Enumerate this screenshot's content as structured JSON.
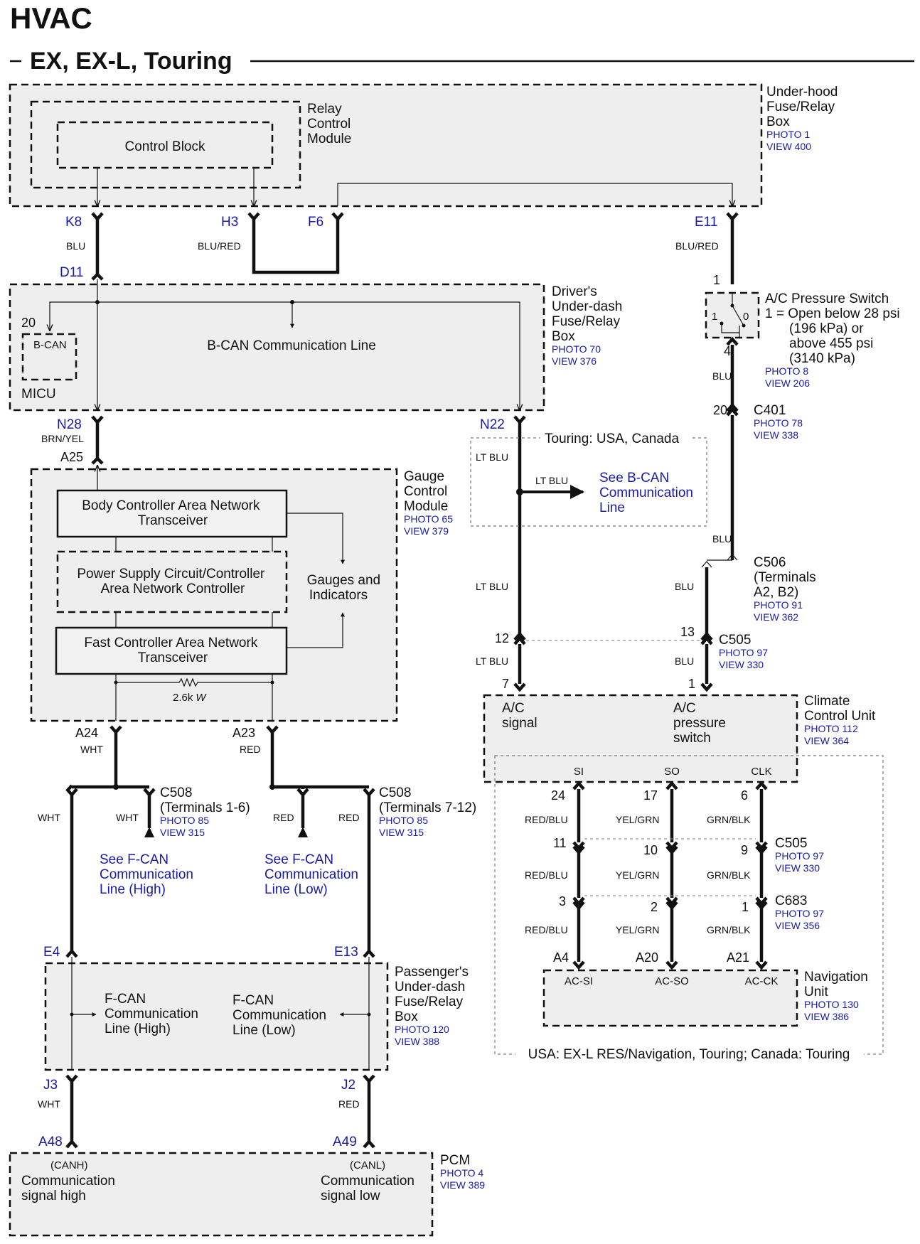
{
  "title": "HVAC",
  "subtitle": "EX, EX-L, Touring",
  "underhood": {
    "name": [
      "Under-hood",
      "Fuse/Relay",
      "Box"
    ],
    "photo": "PHOTO 1",
    "view": "VIEW 400",
    "relay_module": [
      "Relay",
      "Control",
      "Module"
    ],
    "control_block": "Control Block",
    "pins": {
      "k8": "K8",
      "h3": "H3",
      "f6": "F6",
      "e11": "E11"
    }
  },
  "wires": {
    "k8_d11": "BLU",
    "h3_f6": "BLU/RED",
    "e11": "BLU/RED",
    "sw_c401": "BLU",
    "c401_c506": "BLU",
    "n28": "BRN/YEL",
    "n22_a": "LT BLU",
    "n22_branch": "LT BLU",
    "n22_b": "LT BLU",
    "c505_7": "LT BLU",
    "c506_c505": "BLU",
    "c505_1": "BLU",
    "a24": "WHT",
    "a23": "RED",
    "wht_left": "WHT",
    "wht_right": "WHT",
    "red_left": "RED",
    "red_right": "RED",
    "j3": "WHT",
    "j2": "RED",
    "si1": "RED/BLU",
    "si2": "RED/BLU",
    "si3": "RED/BLU",
    "so1": "YEL/GRN",
    "so2": "YEL/GRN",
    "so3": "YEL/GRN",
    "clk1": "GRN/BLK",
    "clk2": "GRN/BLK",
    "clk3": "GRN/BLK"
  },
  "drivers_box": {
    "name": [
      "Driver's",
      "Under-dash",
      "Fuse/Relay",
      "Box"
    ],
    "photo": "PHOTO 70",
    "view": "VIEW 376",
    "d11": "D11",
    "pin20": "20",
    "bcan_box": "B-CAN",
    "micu": "MICU",
    "bcan_line": "B-CAN Communication Line",
    "n28": "N28",
    "n22": "N22"
  },
  "pressure_switch": {
    "name": "A/C Pressure Switch",
    "desc": [
      "1 = Open below 28 psi",
      "(196 kPa) or",
      "above 455 psi",
      "(3140 kPa)"
    ],
    "photo": "PHOTO 8",
    "view": "VIEW 206",
    "pin1": "1",
    "pin4": "4",
    "state1": "1",
    "state0": "0"
  },
  "c401": {
    "name": "C401",
    "pin": "20",
    "photo": "PHOTO 78",
    "view": "VIEW 338"
  },
  "touring_box": {
    "label": "Touring: USA, Canada",
    "see": [
      "See B-CAN",
      "Communication",
      "Line"
    ]
  },
  "gauge": {
    "name": [
      "Gauge",
      "Control",
      "Module"
    ],
    "photo": "PHOTO 65",
    "view": "VIEW 379",
    "a25": "A25",
    "body_can": [
      "Body Controller Area Network",
      "Transceiver"
    ],
    "psc": [
      "Power Supply Circuit/Controller",
      "Area Network Controller"
    ],
    "fast_can": [
      "Fast Controller Area Network",
      "Transceiver"
    ],
    "gauges": [
      "Gauges and",
      "Indicators"
    ],
    "resistor": "2.6k",
    "resistor_unit": "W",
    "a24": "A24",
    "a23": "A23"
  },
  "c506": {
    "name": "C506",
    "terms": [
      "(Terminals",
      "A2, B2)"
    ],
    "photo": "PHOTO 91",
    "view": "VIEW 362"
  },
  "c505_top": {
    "name": "C505",
    "pin12": "12",
    "pin13": "13",
    "photo": "PHOTO 97",
    "view": "VIEW 330"
  },
  "ccu": {
    "name": [
      "Climate",
      "Control Unit"
    ],
    "photo": "PHOTO 112",
    "view": "VIEW 364",
    "pin7": "7",
    "pin1": "1",
    "ac_signal": [
      "A/C",
      "signal"
    ],
    "ac_pressure": [
      "A/C",
      "pressure",
      "switch"
    ],
    "si": "SI",
    "so": "SO",
    "clk": "CLK"
  },
  "c508a": {
    "name": "C508",
    "terms": "(Terminals 1-6)",
    "photo": "PHOTO 85",
    "view": "VIEW 315"
  },
  "c508b": {
    "name": "C508",
    "terms": "(Terminals 7-12)",
    "photo": "PHOTO 85",
    "view": "VIEW 315"
  },
  "fcan_high_ref": [
    "See F-CAN",
    "Communication",
    "Line (High)"
  ],
  "fcan_low_ref": [
    "See F-CAN",
    "Communication",
    "Line (Low)"
  ],
  "nav_pins": {
    "p24": "24",
    "p17": "17",
    "p6": "6",
    "p11": "11",
    "p10": "10",
    "p9": "9",
    "p3": "3",
    "p2": "2",
    "p1": "1",
    "a4": "A4",
    "a20": "A20",
    "a21": "A21"
  },
  "c505_bottom": {
    "name": "C505",
    "photo": "PHOTO 97",
    "view": "VIEW 330"
  },
  "c683": {
    "name": "C683",
    "photo": "PHOTO 97",
    "view": "VIEW 356"
  },
  "nav": {
    "name": [
      "Navigation",
      "Unit"
    ],
    "photo": "PHOTO 130",
    "view": "VIEW 386",
    "acsi": "AC-SI",
    "acso": "AC-SO",
    "acck": "AC-CK",
    "note": "USA: EX-L RES/Navigation, Touring; Canada: Touring"
  },
  "passenger": {
    "name": [
      "Passenger's",
      "Under-dash",
      "Fuse/Relay",
      "Box"
    ],
    "photo": "PHOTO 120",
    "view": "VIEW 388",
    "e4": "E4",
    "e13": "E13",
    "fcan_high": [
      "F-CAN",
      "Communication",
      "Line (High)"
    ],
    "fcan_low": [
      "F-CAN",
      "Communication",
      "Line (Low)"
    ],
    "j3": "J3",
    "j2": "J2"
  },
  "pcm": {
    "name": "PCM",
    "photo": "PHOTO 4",
    "view": "VIEW 389",
    "a48": "A48",
    "a49": "A49",
    "canh": "(CANH)",
    "canl": "(CANL)",
    "sig_high": [
      "Communication",
      "signal high"
    ],
    "sig_low": [
      "Communication",
      "signal low"
    ]
  }
}
